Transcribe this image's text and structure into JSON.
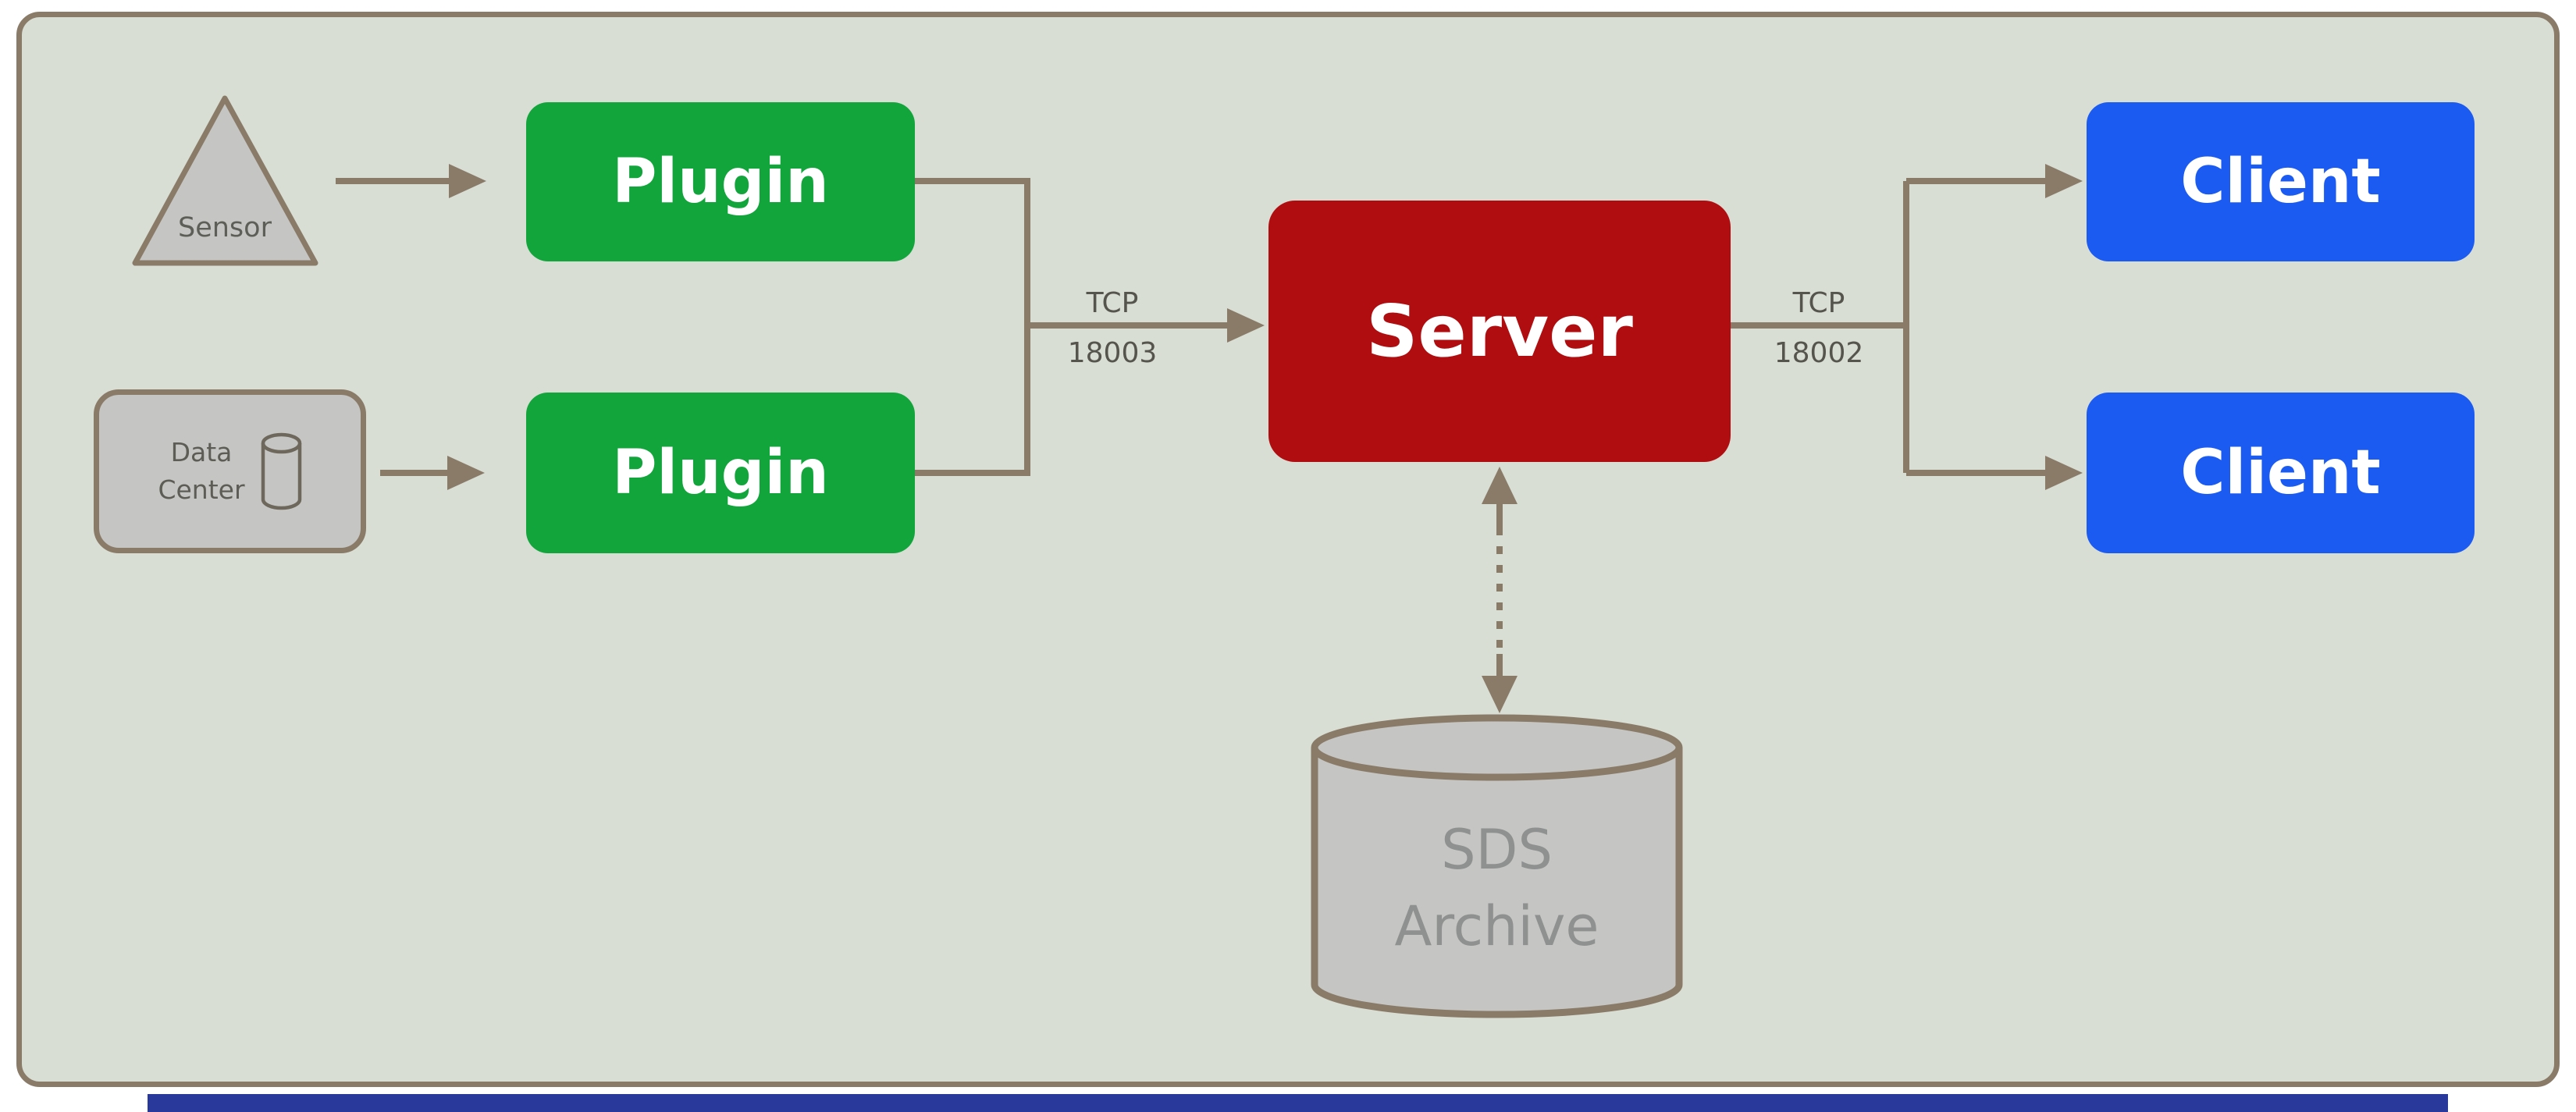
{
  "diagram": {
    "nodes": {
      "sensor": {
        "label": "Sensor"
      },
      "data_center": {
        "line1": "Data",
        "line2": "Center"
      },
      "plugin_top": {
        "label": "Plugin"
      },
      "plugin_bottom": {
        "label": "Plugin"
      },
      "server": {
        "label": "Server"
      },
      "client_top": {
        "label": "Client"
      },
      "client_bottom": {
        "label": "Client"
      },
      "sds_archive": {
        "line1": "SDS",
        "line2": "Archive"
      }
    },
    "edges": {
      "plugins_to_server": {
        "protocol": "TCP",
        "port": "18003"
      },
      "server_to_clients": {
        "protocol": "TCP",
        "port": "18002"
      }
    },
    "colors": {
      "canvas_background": "#d8ded4",
      "outline_brown": "#8a7b69",
      "plugin_green": "#12a53c",
      "server_red": "#b00d10",
      "client_blue": "#1c5bf2",
      "shape_gray": "#c5c6c3",
      "bottom_bar_blue": "#28389b"
    }
  }
}
